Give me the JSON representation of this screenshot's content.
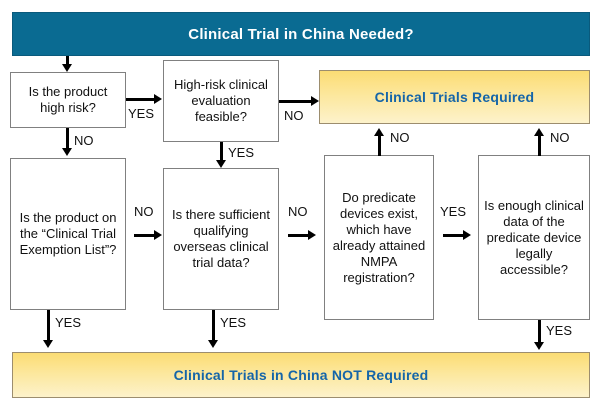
{
  "diagram": {
    "title_banner": "Clinical Trial in China Needed?",
    "outcome_required": "Clinical Trials Required",
    "outcome_not_required": "Clinical Trials in China NOT Required"
  },
  "nodes": {
    "q1": "Is the product high risk?",
    "q2": "High-risk clinical evaluation feasible?",
    "q3": "Is the product on the “Clinical Trial Exemption List”?",
    "q4": "Is there sufficient qualifying overseas clinical trial data?",
    "q5": "Do predicate devices exist, which have already attained NMPA registration?",
    "q6": "Is enough clinical data of the predicate device legally accessible?"
  },
  "edges": {
    "start_to_q1": "",
    "q1_yes": "YES",
    "q1_no": "NO",
    "q2_no": "NO",
    "q2_yes": "YES",
    "q3_no": "NO",
    "q3_yes": "YES",
    "q4_no": "NO",
    "q4_yes": "YES",
    "q5_no": "NO",
    "q5_yes": "YES",
    "q6_no": "NO",
    "q6_yes": "YES"
  },
  "colors": {
    "banner_teal": "#0a6b92",
    "banner_yellow_top": "#fbdc74",
    "banner_yellow_bottom": "#fdf2cb",
    "outcome_text_blue": "#1565a8",
    "box_border": "#808080",
    "arrow": "#000000"
  }
}
